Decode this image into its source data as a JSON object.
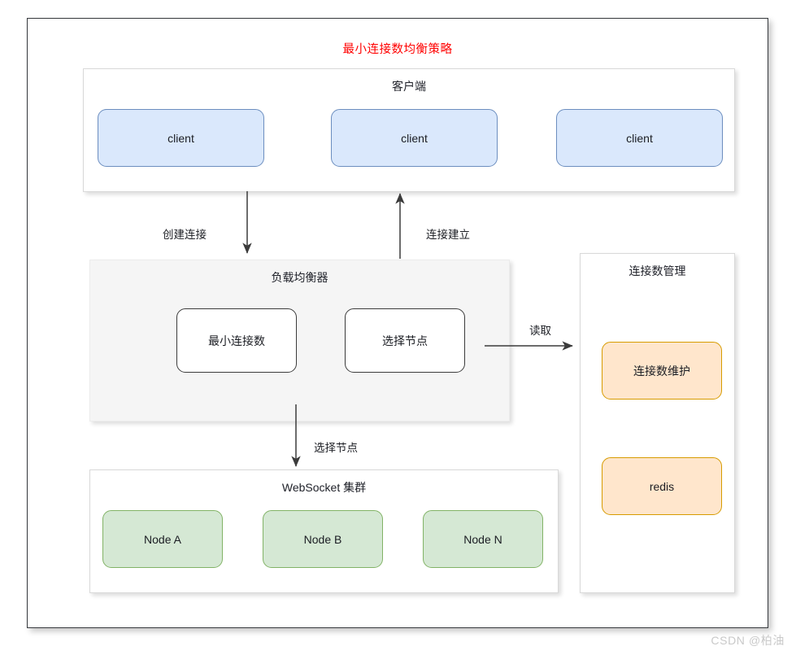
{
  "diagram": {
    "title": "最小连接数均衡策略",
    "title_color": "#ff0000"
  },
  "groups": {
    "client": {
      "title": "客户端",
      "nodes": [
        {
          "label": "client"
        },
        {
          "label": "client"
        },
        {
          "label": "client"
        }
      ]
    },
    "load_balancer": {
      "title": "负载均衡器",
      "nodes": [
        {
          "label": "最小连接数"
        },
        {
          "label": "选择节点"
        }
      ]
    },
    "websocket_cluster": {
      "title": "WebSocket 集群",
      "nodes": [
        {
          "label": "Node A"
        },
        {
          "label": "Node B"
        },
        {
          "label": "Node N"
        }
      ]
    },
    "connection_management": {
      "title": "连接数管理",
      "nodes": [
        {
          "label": "连接数维护"
        },
        {
          "label": "redis"
        }
      ]
    }
  },
  "edges": [
    {
      "label": "创建连接",
      "from": "client",
      "to": "load_balancer",
      "direction": "down"
    },
    {
      "label": "连接建立",
      "from": "load_balancer",
      "to": "client",
      "direction": "up"
    },
    {
      "label": "读取",
      "from": "load_balancer",
      "to": "connection_management",
      "direction": "right"
    },
    {
      "label": "选择节点",
      "from": "load_balancer",
      "to": "websocket_cluster",
      "direction": "down"
    }
  ],
  "palette": {
    "client_fill": "#dae8fc",
    "client_stroke": "#6c8ebf",
    "node_fill": "#d5e8d4",
    "node_stroke": "#82b366",
    "storage_fill": "#ffe6cc",
    "storage_stroke": "#d79b00",
    "lb_panel_fill": "#f5f5f5",
    "edge_stroke": "#3b3b3b",
    "title_color": "#ff0000"
  },
  "watermark": "CSDN @柏油"
}
